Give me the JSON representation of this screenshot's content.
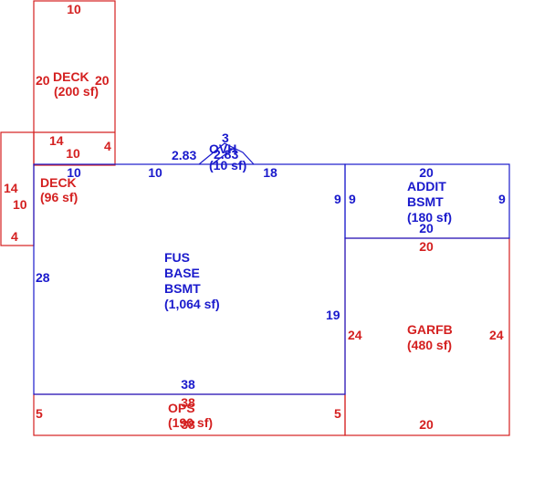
{
  "colors": {
    "red": "#d42020",
    "blue": "#1a1acc"
  },
  "deck_upper": {
    "name": "DECK",
    "area": "(200 sf)",
    "top": "10",
    "left": "20",
    "right": "20",
    "lower_left": "14",
    "lower_mid": "10",
    "lower_right": "4"
  },
  "deck_left": {
    "name": "DECK",
    "area": "(96 sf)",
    "left_top": "14",
    "left_mid": "10",
    "left_bottom": "4",
    "top_in": "10"
  },
  "ovh": {
    "name": "OVH",
    "area": "(10 sf)",
    "top": "3",
    "left": "2.83",
    "right": "2.83"
  },
  "fus": {
    "name1": "FUS",
    "name2": "BASE",
    "name3": "BSMT",
    "area": "(1,064 sf)",
    "top_left": "10",
    "top_right": "18",
    "left": "28",
    "right_upper": "9",
    "right_lower": "19",
    "bottom": "38"
  },
  "addit": {
    "name1": "ADDIT",
    "name2": "BSMT",
    "area": "(180 sf)",
    "top": "20",
    "left": "9",
    "right": "9",
    "bottom": "20"
  },
  "garfb": {
    "name": "GARFB",
    "area": "(480 sf)",
    "top": "20",
    "left": "24",
    "right": "24",
    "bottom": "20"
  },
  "ops": {
    "name": "OPS",
    "area": "(190 sf)",
    "top": "38",
    "bottom": "38",
    "left": "5",
    "right": "5"
  }
}
